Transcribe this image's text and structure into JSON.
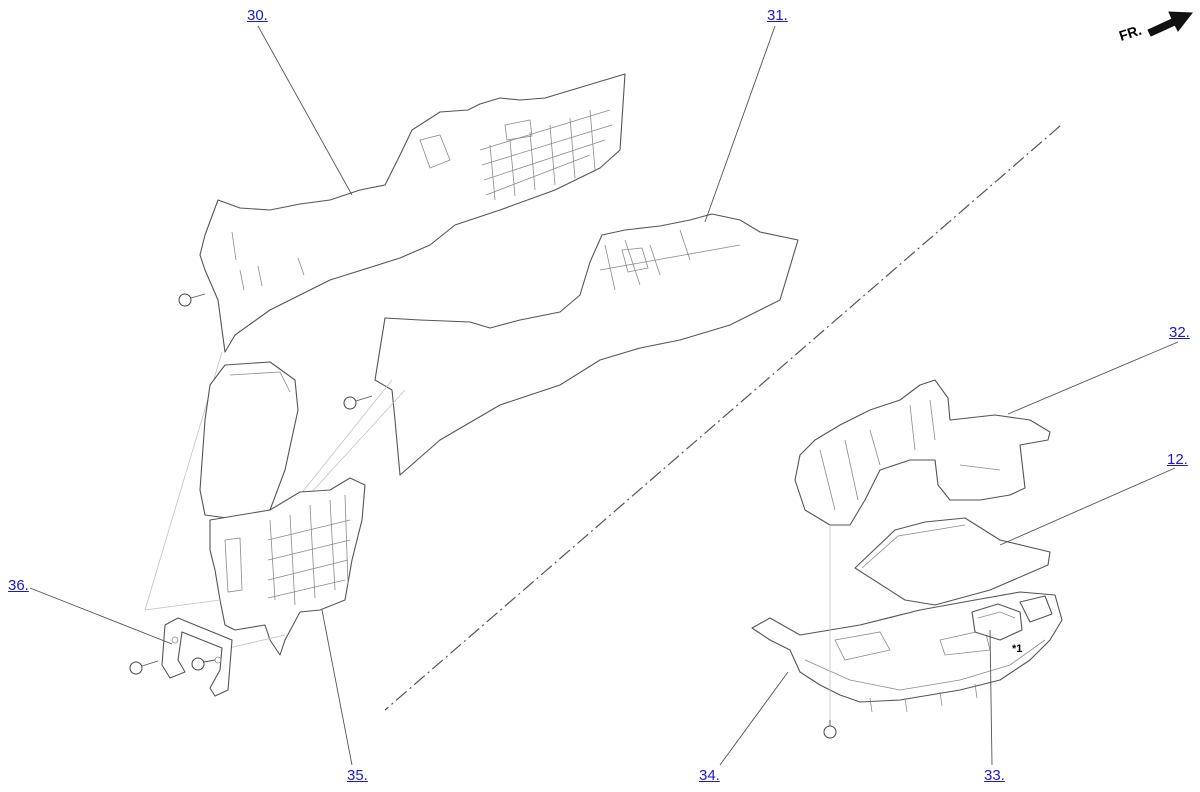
{
  "orientation": {
    "label": "FR."
  },
  "callouts": [
    {
      "id": "30",
      "label": "30."
    },
    {
      "id": "31",
      "label": "31."
    },
    {
      "id": "32",
      "label": "32."
    },
    {
      "id": "12",
      "label": "12."
    },
    {
      "id": "36",
      "label": "36."
    },
    {
      "id": "35",
      "label": "35."
    },
    {
      "id": "34",
      "label": "34."
    },
    {
      "id": "33",
      "label": "33."
    }
  ],
  "notes": {
    "star1": "*1"
  }
}
